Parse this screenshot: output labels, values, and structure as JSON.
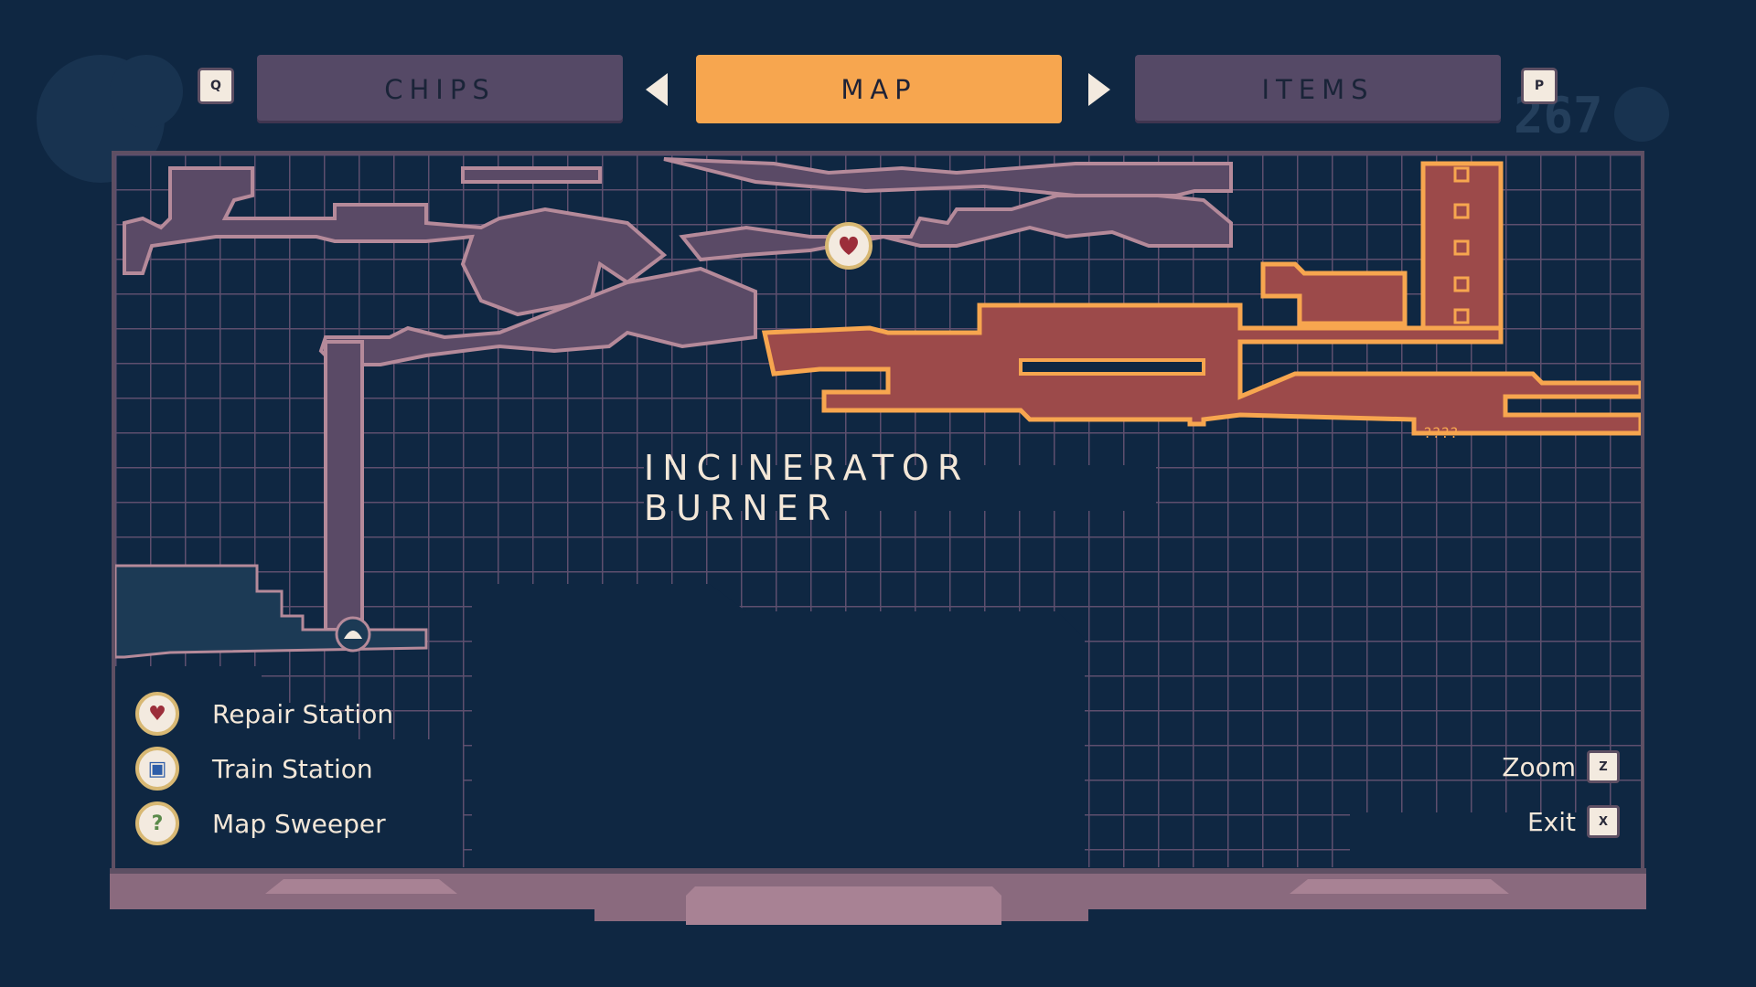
{
  "tabs": {
    "left_key": "Q",
    "right_key": "P",
    "items": [
      {
        "label": "CHIPS",
        "active": false
      },
      {
        "label": "MAP",
        "active": true
      },
      {
        "label": "ITEMS",
        "active": false
      }
    ]
  },
  "map": {
    "area_name": "INCINERATOR BURNER",
    "background_number": "267"
  },
  "legend": [
    {
      "label": "Repair Station",
      "icon": "heart-icon"
    },
    {
      "label": "Train Station",
      "icon": "train-icon"
    },
    {
      "label": "Map Sweeper",
      "icon": "question-icon"
    }
  ],
  "controls": {
    "zoom_label": "Zoom",
    "zoom_key": "Z",
    "exit_label": "Exit",
    "exit_key": "X"
  },
  "colors": {
    "background": "#0f2742",
    "tab_active": "#f7a64f",
    "tab_inactive": "#554966",
    "explored_region": "#5a4a66",
    "current_region": "#9c4a4a",
    "current_region_border": "#f7a64f",
    "grid": "#5e4f6e"
  }
}
